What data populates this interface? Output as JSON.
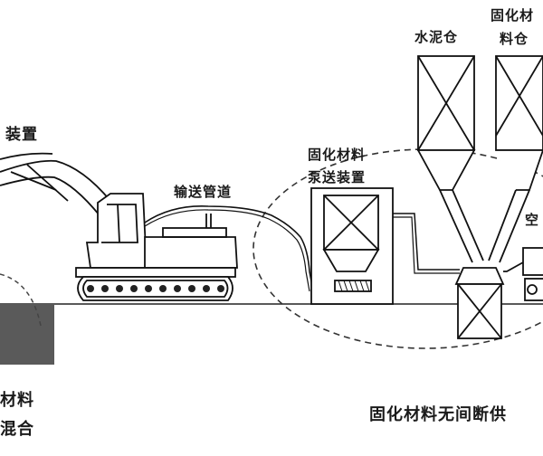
{
  "labels": {
    "device_top_left": "装置",
    "conveying_pipe": "输送管道",
    "pump_line1": "固化材料",
    "pump_line2": "泵送装置",
    "cement_silo": "水泥仓",
    "material_silo_line1": "固化材",
    "material_silo_line2": "料仓",
    "air_partial": "空",
    "mix_line1": "材料",
    "mix_line2": "混合",
    "bottom_caption": "固化材料无间断供"
  },
  "colors": {
    "stroke": "#111111",
    "ground_block": "#555555",
    "dashed": "#333333"
  }
}
